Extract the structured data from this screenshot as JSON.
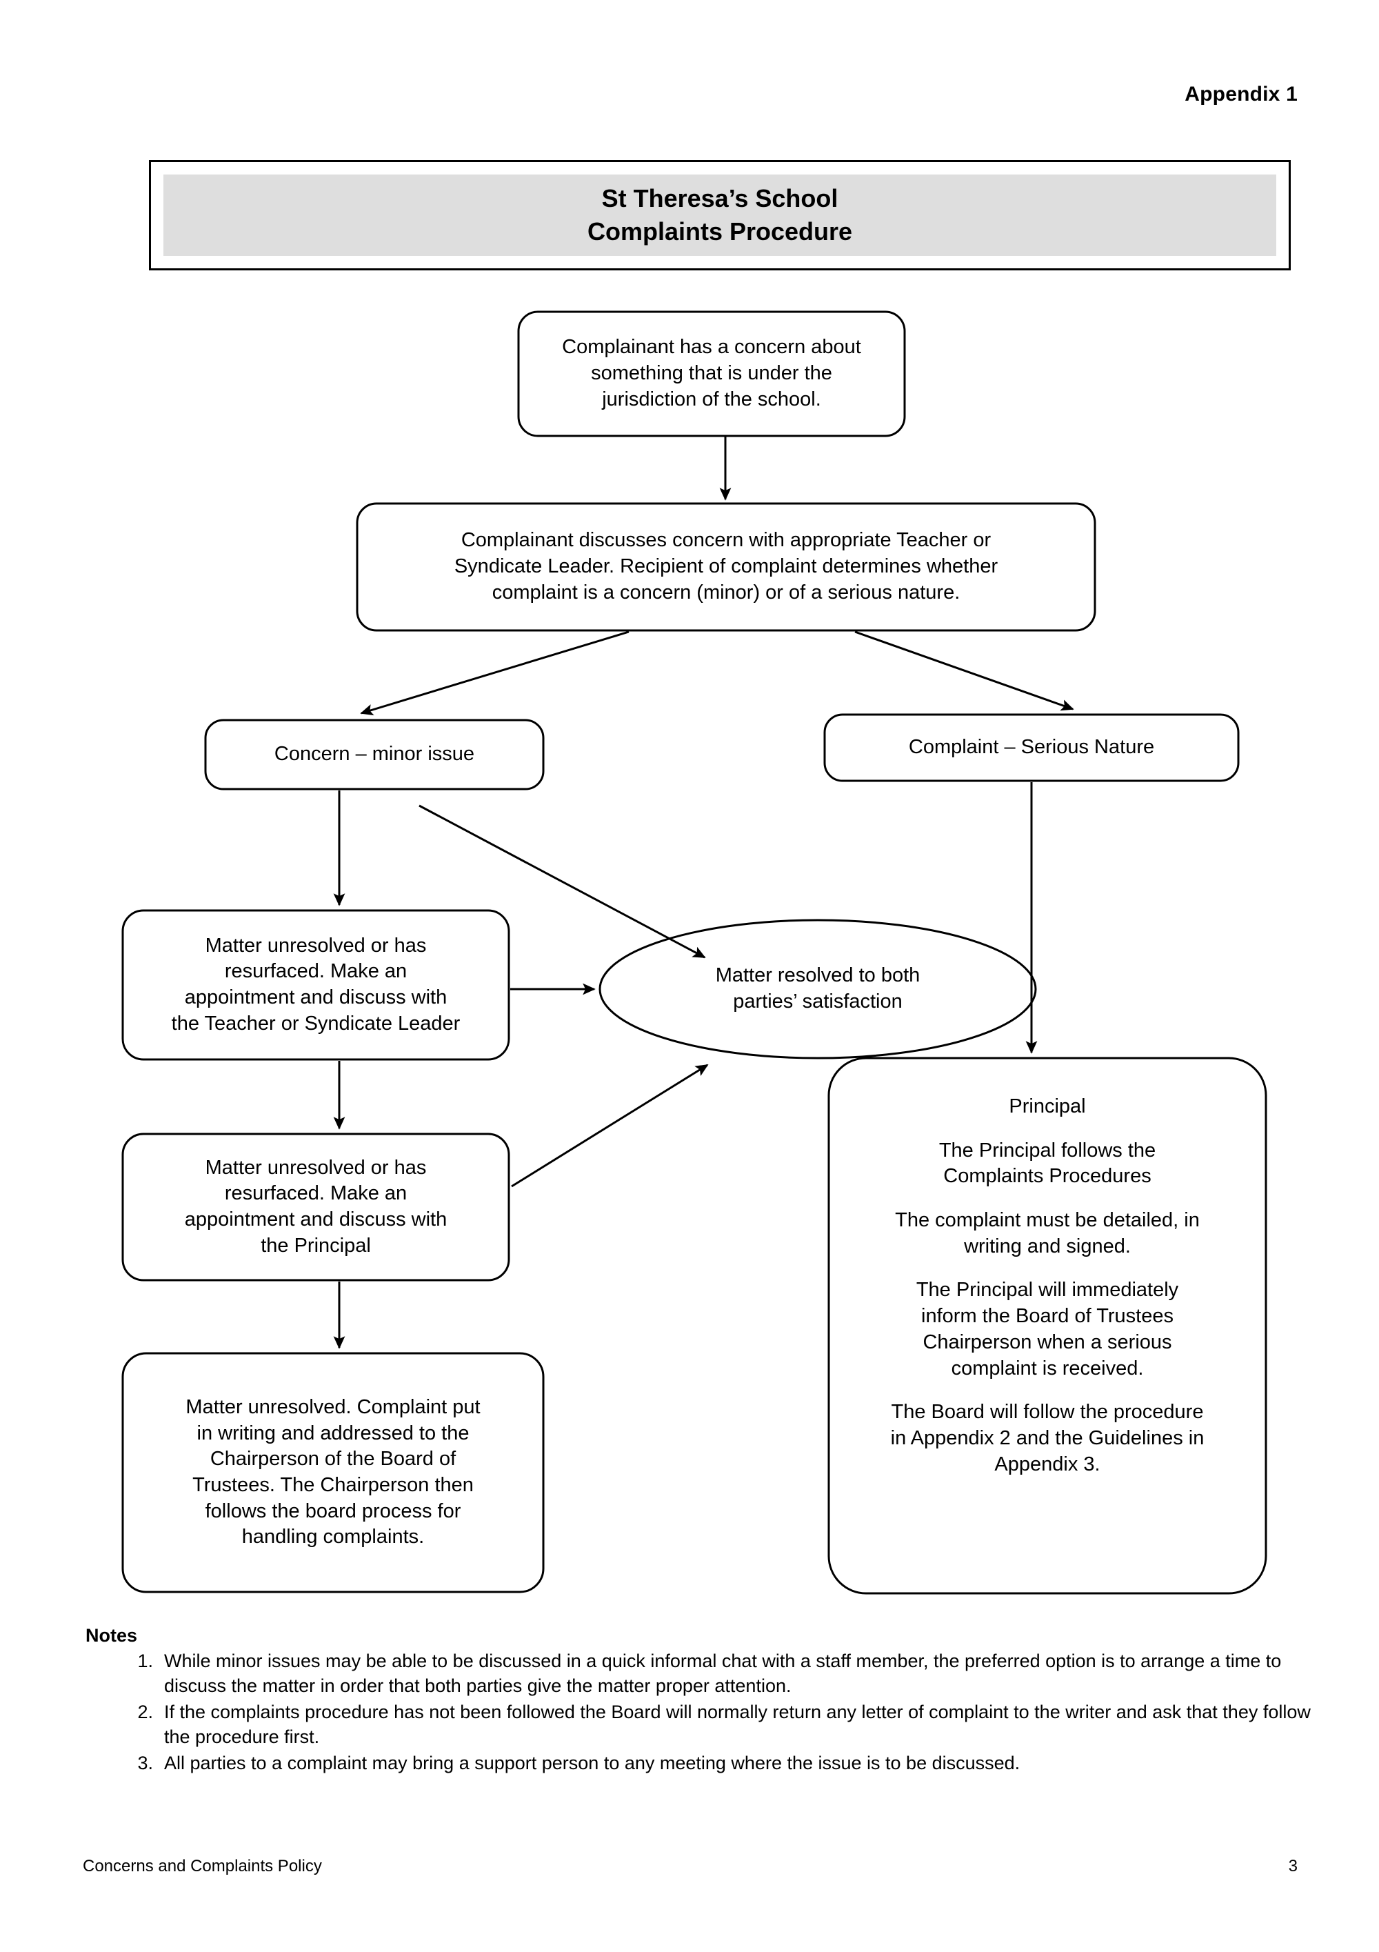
{
  "header": {
    "appendix_label": "Appendix 1"
  },
  "title_banner": {
    "line1": "St Theresa’s School",
    "line2": "Complaints Procedure",
    "fill_color": "#dedede",
    "border_color": "#000000"
  },
  "flowchart": {
    "nodes": {
      "concern_start": {
        "shape": "rounded-rectangle",
        "lines": [
          "Complainant has a concern about",
          "something that is under the",
          "jurisdiction of the school."
        ]
      },
      "discuss_with_teacher": {
        "shape": "rounded-rectangle",
        "lines": [
          "Complainant discusses concern with appropriate Teacher or",
          "Syndicate Leader.  Recipient of complaint determines whether",
          "complaint is a concern (minor) or of a serious nature."
        ]
      },
      "concern_minor": {
        "shape": "rounded-rectangle",
        "lines": [
          "Concern – minor issue"
        ]
      },
      "complaint_serious": {
        "shape": "rounded-rectangle",
        "lines": [
          "Complaint – Serious Nature"
        ]
      },
      "unresolved_teacher": {
        "shape": "rounded-rectangle",
        "lines": [
          "Matter unresolved or has",
          "resurfaced.  Make an",
          "appointment and discuss with",
          "the Teacher or Syndicate Leader"
        ]
      },
      "matter_resolved": {
        "shape": "ellipse",
        "lines": [
          "Matter resolved to both",
          "parties’ satisfaction"
        ]
      },
      "unresolved_principal": {
        "shape": "rounded-rectangle",
        "lines": [
          "Matter unresolved or has",
          "resurfaced.  Make an",
          "appointment and discuss with",
          "the Principal"
        ]
      },
      "unresolved_board": {
        "shape": "rounded-rectangle",
        "lines": [
          "Matter unresolved.  Complaint put",
          "in writing and addressed to the",
          "Chairperson of the Board of",
          "Trustees.  The Chairperson then",
          "follows the board process for",
          "handling complaints."
        ]
      },
      "principal_box": {
        "shape": "rounded-rectangle",
        "heading": "Principal",
        "paragraphs": [
          [
            "The Principal follows the",
            "Complaints Procedures"
          ],
          [
            "The complaint must be detailed, in",
            "writing and signed."
          ],
          [
            "The Principal will immediately",
            "inform the Board of Trustees",
            "Chairperson when a serious",
            "complaint is received."
          ],
          [
            "The Board will follow the procedure",
            "in Appendix 2 and the Guidelines in",
            "Appendix 3."
          ]
        ]
      }
    },
    "connectors": [
      {
        "from": "concern_start",
        "to": "discuss_with_teacher",
        "style": "straight-down-arrow"
      },
      {
        "from": "discuss_with_teacher",
        "to": "concern_minor",
        "style": "diagonal-left-arrow"
      },
      {
        "from": "discuss_with_teacher",
        "to": "complaint_serious",
        "style": "diagonal-right-arrow"
      },
      {
        "from": "concern_minor",
        "to": "unresolved_teacher",
        "style": "straight-down-arrow"
      },
      {
        "from": "concern_minor",
        "to": "matter_resolved",
        "style": "diagonal-right-arrow"
      },
      {
        "from": "unresolved_teacher",
        "to": "matter_resolved",
        "style": "straight-right-arrow"
      },
      {
        "from": "unresolved_teacher",
        "to": "unresolved_principal",
        "style": "straight-down-arrow"
      },
      {
        "from": "unresolved_principal",
        "to": "matter_resolved",
        "style": "diagonal-up-right-arrow"
      },
      {
        "from": "unresolved_principal",
        "to": "unresolved_board",
        "style": "straight-down-arrow"
      },
      {
        "from": "complaint_serious",
        "to": "principal_box",
        "style": "straight-down-arrow"
      }
    ]
  },
  "notes": {
    "heading": "Notes",
    "items": [
      "While minor issues may be able to be discussed in a quick informal chat with a staff member, the preferred option is to arrange a time to discuss the matter in order that both parties give the matter proper attention.",
      "If the complaints procedure has not been followed the Board will normally return any letter of complaint to the writer and ask that they follow the procedure first.",
      "All parties to a complaint may bring a support person to any meeting where the issue is to be discussed."
    ]
  },
  "footer": {
    "document_title": "Concerns and Complaints Policy",
    "page_number": "3"
  }
}
